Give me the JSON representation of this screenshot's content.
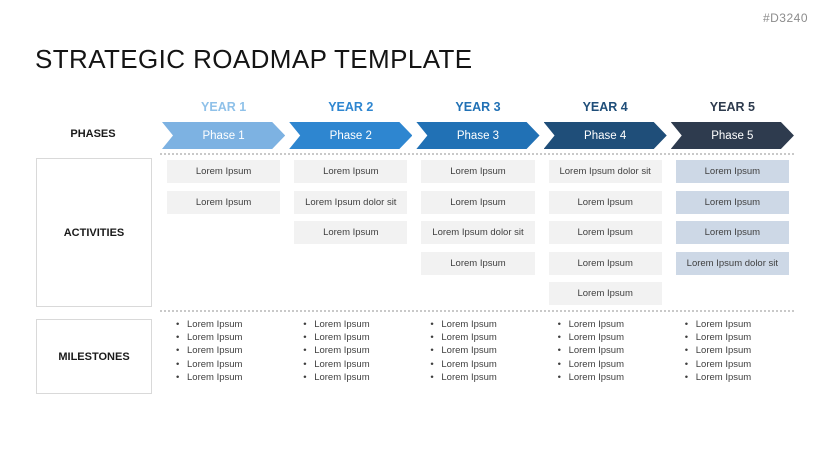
{
  "slide": {
    "id_tag": "#D3240",
    "title": "STRATEGIC ROADMAP TEMPLATE"
  },
  "row_labels": {
    "phases": "PHASES",
    "activities": "ACTIVITIES",
    "milestones": "MILESTONES"
  },
  "colors": {
    "background": "#ffffff",
    "title_text": "#141414",
    "slide_id_text": "#8c8c8c",
    "activity_gray": "#f2f2f2",
    "activity_blue": "#cdd8e6",
    "dotted_line": "#c9c9c9",
    "box_border": "#d9d9d9",
    "body_text": "#3f3f3f"
  },
  "columns": [
    {
      "year": "YEAR 1",
      "accent": "#8fc1e9",
      "phase": "Phase 1",
      "phase_color": "#7db2e2",
      "activities": [
        "Lorem Ipsum",
        "Lorem Ipsum"
      ],
      "milestones": [
        "Lorem Ipsum",
        "Lorem Ipsum",
        "Lorem Ipsum",
        "Lorem Ipsum",
        "Lorem Ipsum"
      ]
    },
    {
      "year": "YEAR 2",
      "accent": "#2e86d0",
      "phase": "Phase 2",
      "phase_color": "#2e86d0",
      "activities": [
        "Lorem Ipsum",
        "Lorem Ipsum dolor sit",
        "Lorem Ipsum"
      ],
      "milestones": [
        "Lorem Ipsum",
        "Lorem Ipsum",
        "Lorem Ipsum",
        "Lorem Ipsum",
        "Lorem Ipsum"
      ]
    },
    {
      "year": "YEAR 3",
      "accent": "#2171b5",
      "phase": "Phase 3",
      "phase_color": "#2171b5",
      "activities": [
        "Lorem Ipsum",
        "Lorem Ipsum",
        "Lorem Ipsum dolor sit",
        "Lorem Ipsum"
      ],
      "milestones": [
        "Lorem Ipsum",
        "Lorem Ipsum",
        "Lorem Ipsum",
        "Lorem Ipsum",
        "Lorem Ipsum"
      ]
    },
    {
      "year": "YEAR 4",
      "accent": "#1f4e79",
      "phase": "Phase 4",
      "phase_color": "#1f4e79",
      "activities": [
        "Lorem Ipsum dolor sit",
        "Lorem Ipsum",
        "Lorem Ipsum",
        "Lorem Ipsum",
        "Lorem Ipsum"
      ],
      "milestones": [
        "Lorem Ipsum",
        "Lorem Ipsum",
        "Lorem Ipsum",
        "Lorem Ipsum",
        "Lorem Ipsum"
      ]
    },
    {
      "year": "YEAR 5",
      "accent": "#2e3b4e",
      "phase": "Phase 5",
      "phase_color": "#2e3b4e",
      "activities": [
        "Lorem Ipsum",
        "Lorem Ipsum",
        "Lorem Ipsum",
        "Lorem Ipsum dolor sit"
      ],
      "milestones": [
        "Lorem Ipsum",
        "Lorem Ipsum",
        "Lorem Ipsum",
        "Lorem Ipsum",
        "Lorem Ipsum"
      ]
    }
  ]
}
